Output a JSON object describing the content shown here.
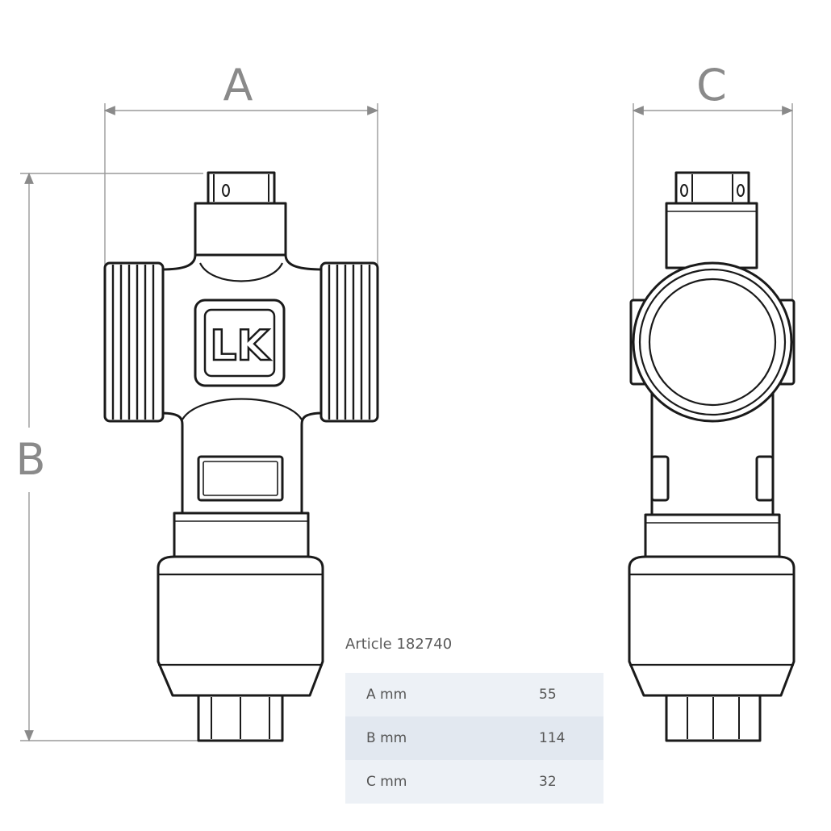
{
  "dimensions": {
    "a_label": "A",
    "b_label": "B",
    "c_label": "C"
  },
  "logo": {
    "text": "LK"
  },
  "spec_table": {
    "title": "Article 182740",
    "rows": [
      {
        "label": "A mm",
        "value": "55"
      },
      {
        "label": "B mm",
        "value": "114"
      },
      {
        "label": "C mm",
        "value": "32"
      }
    ]
  }
}
